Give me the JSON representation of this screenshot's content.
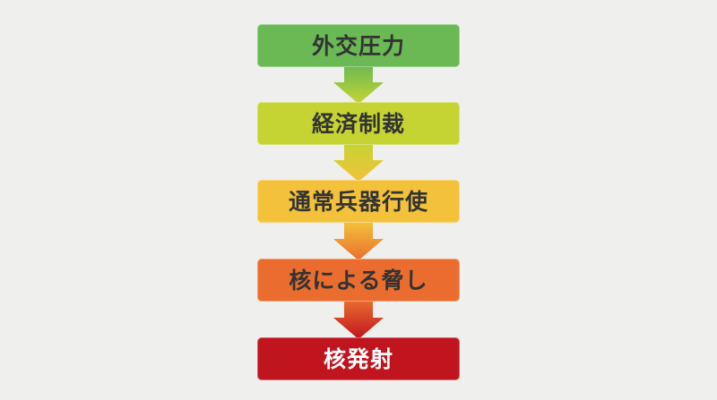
{
  "diagram": {
    "type": "vertical-flowchart",
    "background": "#efefed",
    "steps": [
      {
        "label": "外交圧力",
        "color": "#6ab955",
        "text_color": "#333333"
      },
      {
        "label": "経済制裁",
        "color": "#c5d432",
        "text_color": "#333333"
      },
      {
        "label": "通常兵器行使",
        "color": "#f3c23a",
        "text_color": "#333333"
      },
      {
        "label": "核による脅し",
        "color": "#ea6d2f",
        "text_color": "#333333"
      },
      {
        "label": "核発射",
        "color": "#c0141f",
        "text_color": "#ffffff"
      }
    ],
    "arrows": [
      {
        "from": "外交圧力",
        "to": "経済制裁",
        "color_top": "#6ab955",
        "color_bottom": "#c5d432"
      },
      {
        "from": "経済制裁",
        "to": "通常兵器行使",
        "color_top": "#c5d432",
        "color_bottom": "#f3c23a"
      },
      {
        "from": "通常兵器行使",
        "to": "核による脅し",
        "color_top": "#f3c23a",
        "color_bottom": "#ea6d2f"
      },
      {
        "from": "核による脅し",
        "to": "核発射",
        "color_top": "#ea6d2f",
        "color_bottom": "#c0141f"
      }
    ]
  }
}
